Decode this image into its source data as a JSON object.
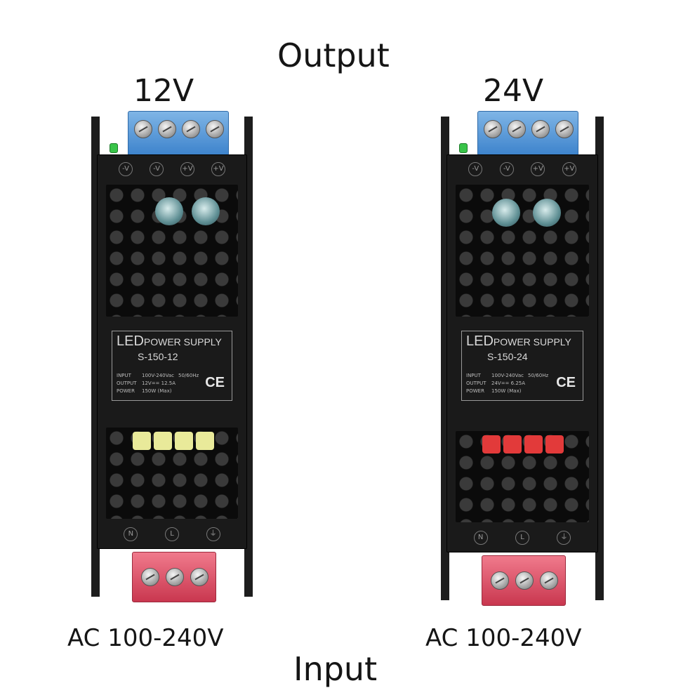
{
  "labels": {
    "output": "Output",
    "input": "Input"
  },
  "units": [
    {
      "voltage": "12V",
      "ac_input": "AC 100-240V",
      "plate": {
        "led": "LED",
        "title": "POWER SUPPLY",
        "model": "S-150-12",
        "input_key": "INPUT",
        "input_val": "100V-240Vac",
        "freq": "50/60Hz",
        "output_key": "OUTPUT",
        "output_val": "12V== 12.5A",
        "power_key": "POWER",
        "power_val": "150W (Max)",
        "ce": "CE"
      },
      "accent_chip_color": "#e9ea9a",
      "top_symbols": [
        "-V",
        "-V",
        "+V",
        "+V"
      ],
      "bottom_symbols": [
        "N",
        "L",
        "⏚"
      ]
    },
    {
      "voltage": "24V",
      "ac_input": "AC 100-240V",
      "plate": {
        "led": "LED",
        "title": "POWER SUPPLY",
        "model": "S-150-24",
        "input_key": "INPUT",
        "input_val": "100V-240Vac",
        "freq": "50/60Hz",
        "output_key": "OUTPUT",
        "output_val": "24V== 6.25A",
        "power_key": "POWER",
        "power_val": "150W (Max)",
        "ce": "CE"
      },
      "accent_chip_color": "#e23a3a",
      "top_symbols": [
        "-V",
        "-V",
        "+V",
        "+V"
      ],
      "bottom_symbols": [
        "N",
        "L",
        "⏚"
      ]
    }
  ],
  "colors": {
    "output_terminal": "#3d83cc",
    "input_terminal": "#c9374f",
    "casing": "#1a1a1a",
    "status_led": "#39c449"
  }
}
